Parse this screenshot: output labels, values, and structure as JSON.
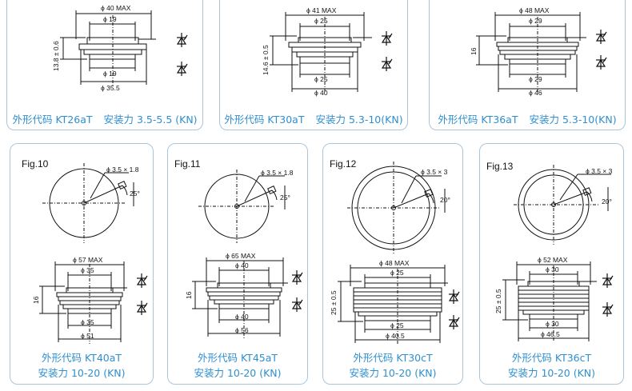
{
  "top_cards": [
    {
      "code_label": "外形代码",
      "code": "KT26aT",
      "force_label": "安装力",
      "force": "3.5-5.5 (KN)",
      "dims": {
        "max": "ϕ 40 MAX",
        "inner_top": "ϕ 19",
        "inner_bottom": "ϕ 19",
        "outer": "ϕ 35.5",
        "height": "13.8 ± 0.6"
      }
    },
    {
      "code_label": "外形代码",
      "code": "KT30aT",
      "force_label": "安装力",
      "force": "5.3-10(KN)",
      "dims": {
        "max": "ϕ 41 MAX",
        "inner_top": "ϕ 25",
        "inner_bottom": "ϕ 25",
        "outer": "ϕ 40",
        "height": "14.6 ± 0.5"
      }
    },
    {
      "code_label": "外形代码",
      "code": "KT36aT",
      "force_label": "安装力",
      "force": "5.3-10(KN)",
      "dims": {
        "max": "ϕ 48 MAX",
        "inner_top": "ϕ 29",
        "inner_bottom": "ϕ 29",
        "outer": "ϕ 46",
        "height": "16"
      }
    }
  ],
  "bottom_cards": [
    {
      "fig": "Fig.10",
      "hole": "ϕ 3.5 × 1.8",
      "angle": "25°",
      "code_label": "外形代码",
      "code": "KT40aT",
      "force_label": "安装力",
      "force": "10-20 (KN)",
      "dims": {
        "max": "ϕ 57 MAX",
        "inner_top": "ϕ 35",
        "inner_bottom": "ϕ 35",
        "outer": "ϕ 51",
        "height": "16"
      }
    },
    {
      "fig": "Fig.11",
      "hole": "ϕ 3.5 × 1.8",
      "angle": "25°",
      "code_label": "外形代码",
      "code": "KT45aT",
      "force_label": "安装力",
      "force": "10-20 (KN)",
      "dims": {
        "max": "ϕ 65 MAX",
        "inner_top": "ϕ 40",
        "inner_bottom": "ϕ 40",
        "outer": "ϕ 56",
        "height": "16"
      }
    },
    {
      "fig": "Fig.12",
      "hole": "ϕ 3.5 × 3",
      "angle": "20°",
      "code_label": "外形代码",
      "code": "KT30cT",
      "force_label": "安装力",
      "force": "10-20 (KN)",
      "dims": {
        "max": "ϕ 48 MAX",
        "inner_top": "ϕ 25",
        "inner_bottom": "ϕ 25",
        "outer": "ϕ 40.5",
        "height": "25 ± 0.5"
      }
    },
    {
      "fig": "Fig.13",
      "hole": "ϕ 3.5 × 3",
      "angle": "20°",
      "code_label": "外形代码",
      "code": "KT36cT",
      "force_label": "安装力",
      "force": "10-20 (KN)",
      "dims": {
        "max": "ϕ 52 MAX",
        "inner_top": "ϕ 30",
        "inner_bottom": "ϕ 30",
        "outer": "ϕ 46.5",
        "height": "25 ± 0.5"
      }
    }
  ],
  "colors": {
    "border": "#a9c6dc",
    "caption": "#2f8fd0",
    "drawing": "#111111"
  },
  "icons": [
    "thyristor-symbol-icon"
  ]
}
